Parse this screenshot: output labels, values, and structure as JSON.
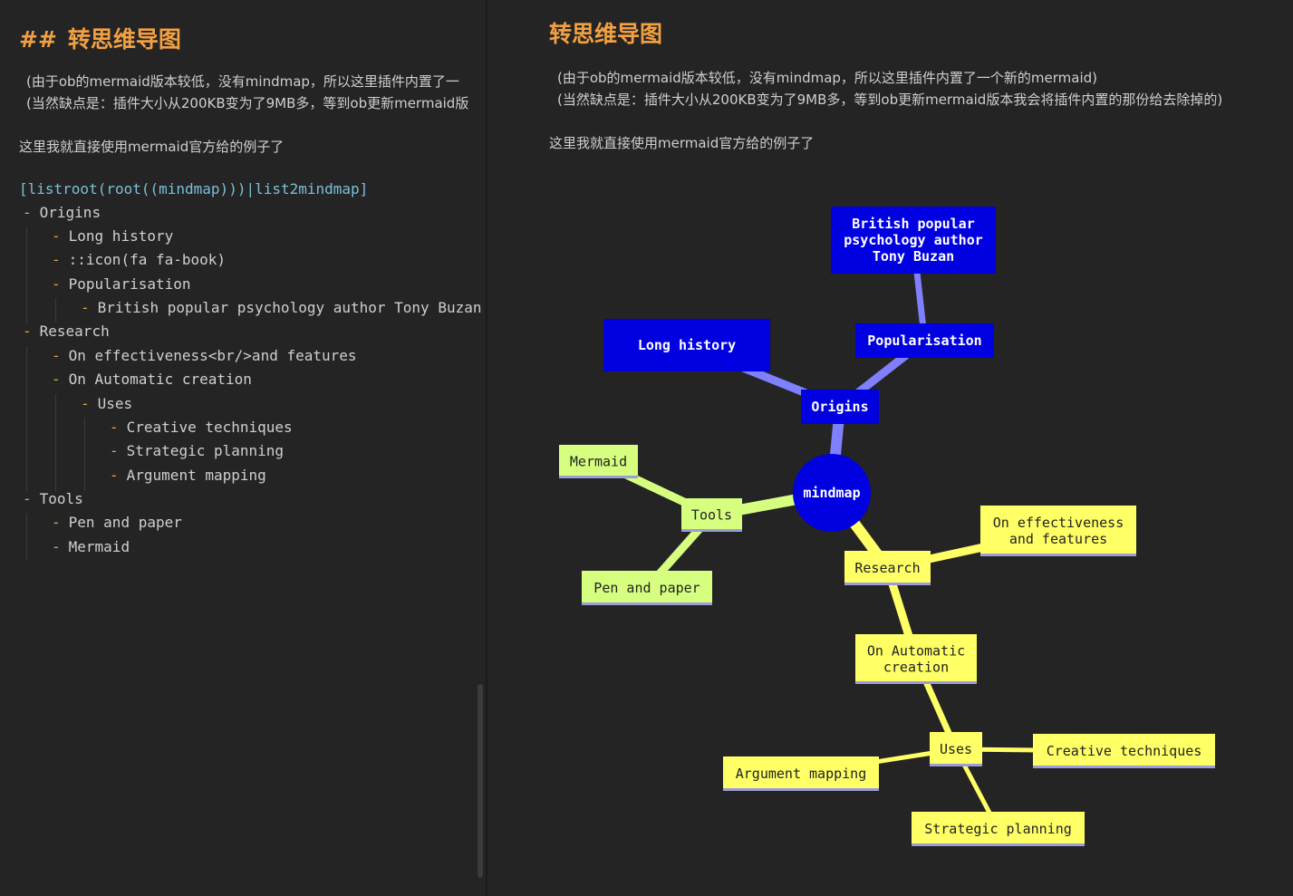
{
  "editor": {
    "heading_marker": "##",
    "heading": "转思维导图",
    "note_line1": "(由于ob的mermaid版本较低，没有mindmap，所以这里插件内置了一",
    "note_line2": "(当然缺点是：插件大小从200KB变为了9MB多，等到ob更新mermaid版",
    "intro": "这里我就直接使用mermaid官方给的例子了",
    "code_fence": "[listroot(root((mindmap)))|list2mindmap]",
    "items": [
      {
        "text": "Origins"
      },
      {
        "text": "Long history"
      },
      {
        "text": "::icon(fa fa-book)"
      },
      {
        "text": "Popularisation"
      },
      {
        "text": "British popular psychology author Tony Buzan"
      },
      {
        "text": "Research"
      },
      {
        "text": "On effectiveness<br/>and features"
      },
      {
        "text": "On Automatic creation"
      },
      {
        "text": "Uses"
      },
      {
        "text": "Creative techniques"
      },
      {
        "text": "Strategic planning"
      },
      {
        "text": "Argument mapping"
      },
      {
        "text": "Tools"
      },
      {
        "text": "Pen and paper"
      },
      {
        "text": "Mermaid"
      }
    ]
  },
  "preview": {
    "heading": "转思维导图",
    "note_line1": "(由于ob的mermaid版本较低，没有mindmap，所以这里插件内置了一个新的mermaid)",
    "note_line2": "(当然缺点是：插件大小从200KB变为了9MB多，等到ob更新mermaid版本我会将插件内置的那份给去除掉的)",
    "intro": "这里我就直接使用mermaid官方给的例子了",
    "mindmap": {
      "root": "mindmap",
      "nodes": [
        {
          "id": "origins",
          "lines": [
            "Origins"
          ],
          "color": "#0000e0",
          "text_color": "#ffffff"
        },
        {
          "id": "long-history",
          "lines": [
            "Long history"
          ],
          "color": "#0000e0",
          "text_color": "#ffffff"
        },
        {
          "id": "popularisation",
          "lines": [
            "Popularisation"
          ],
          "color": "#0000e0",
          "text_color": "#ffffff"
        },
        {
          "id": "british",
          "lines": [
            "British popular",
            "psychology author",
            "Tony Buzan"
          ],
          "color": "#0000e0",
          "text_color": "#ffffff"
        },
        {
          "id": "research",
          "lines": [
            "Research"
          ],
          "color": "#ffff66",
          "text_color": "#222222"
        },
        {
          "id": "effectiveness",
          "lines": [
            "On effectiveness",
            "and features"
          ],
          "color": "#ffff66",
          "text_color": "#222222"
        },
        {
          "id": "automatic",
          "lines": [
            "On Automatic",
            "creation"
          ],
          "color": "#ffff66",
          "text_color": "#222222"
        },
        {
          "id": "uses",
          "lines": [
            "Uses"
          ],
          "color": "#ffff66",
          "text_color": "#222222"
        },
        {
          "id": "creative",
          "lines": [
            "Creative techniques"
          ],
          "color": "#ffff66",
          "text_color": "#222222"
        },
        {
          "id": "strategic",
          "lines": [
            "Strategic planning"
          ],
          "color": "#ffff66",
          "text_color": "#222222"
        },
        {
          "id": "argument",
          "lines": [
            "Argument mapping"
          ],
          "color": "#ffff66",
          "text_color": "#222222"
        },
        {
          "id": "tools",
          "lines": [
            "Tools"
          ],
          "color": "#d6ff80",
          "text_color": "#222222"
        },
        {
          "id": "pen",
          "lines": [
            "Pen and paper"
          ],
          "color": "#d6ff80",
          "text_color": "#222222"
        },
        {
          "id": "mermaid",
          "lines": [
            "Mermaid"
          ],
          "color": "#d6ff80",
          "text_color": "#222222"
        }
      ],
      "colors": {
        "root_fill": "#0000e0",
        "edge_blue": "#8080ff",
        "edge_yellow": "#ffff66",
        "edge_green": "#d6ff80",
        "node_underline": "#9c9cd8"
      }
    }
  },
  "colors": {
    "background": "#242424",
    "heading": "#f2a042",
    "list_dash": "#e5a24a",
    "code_fence": "#79c0d9"
  }
}
